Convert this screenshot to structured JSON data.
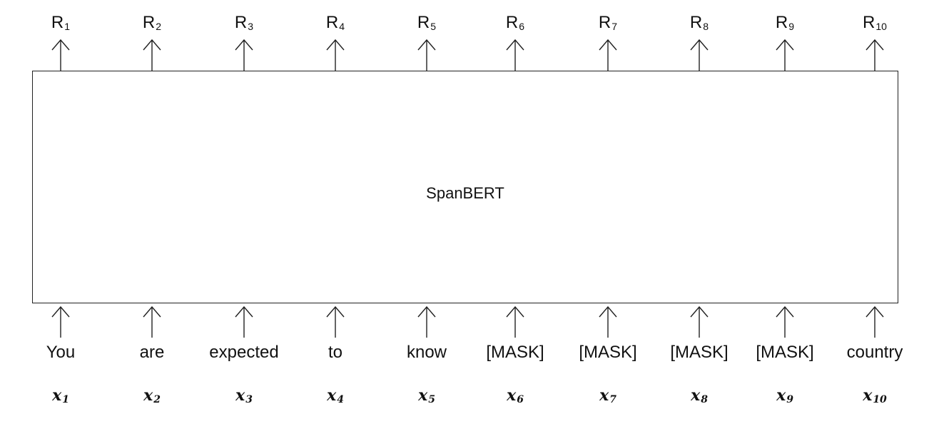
{
  "model": {
    "name": "SpanBERT"
  },
  "columns": [
    {
      "output": {
        "base": "R",
        "sub": "1"
      },
      "token": "You",
      "var": {
        "base": "x",
        "sub": "1"
      }
    },
    {
      "output": {
        "base": "R",
        "sub": "2"
      },
      "token": "are",
      "var": {
        "base": "x",
        "sub": "2"
      }
    },
    {
      "output": {
        "base": "R",
        "sub": "3"
      },
      "token": "expected",
      "var": {
        "base": "x",
        "sub": "3"
      }
    },
    {
      "output": {
        "base": "R",
        "sub": "4"
      },
      "token": "to",
      "var": {
        "base": "x",
        "sub": "4"
      }
    },
    {
      "output": {
        "base": "R",
        "sub": "5"
      },
      "token": "know",
      "var": {
        "base": "x",
        "sub": "5"
      }
    },
    {
      "output": {
        "base": "R",
        "sub": "6"
      },
      "token": "[MASK]",
      "var": {
        "base": "x",
        "sub": "6"
      }
    },
    {
      "output": {
        "base": "R",
        "sub": "7"
      },
      "token": "[MASK]",
      "var": {
        "base": "x",
        "sub": "7"
      }
    },
    {
      "output": {
        "base": "R",
        "sub": "8"
      },
      "token": "[MASK]",
      "var": {
        "base": "x",
        "sub": "8"
      }
    },
    {
      "output": {
        "base": "R",
        "sub": "9"
      },
      "token": "[MASK]",
      "var": {
        "base": "x",
        "sub": "9"
      }
    },
    {
      "output": {
        "base": "R",
        "sub": "10"
      },
      "token": "country",
      "var": {
        "base": "x",
        "sub": "10"
      }
    }
  ]
}
